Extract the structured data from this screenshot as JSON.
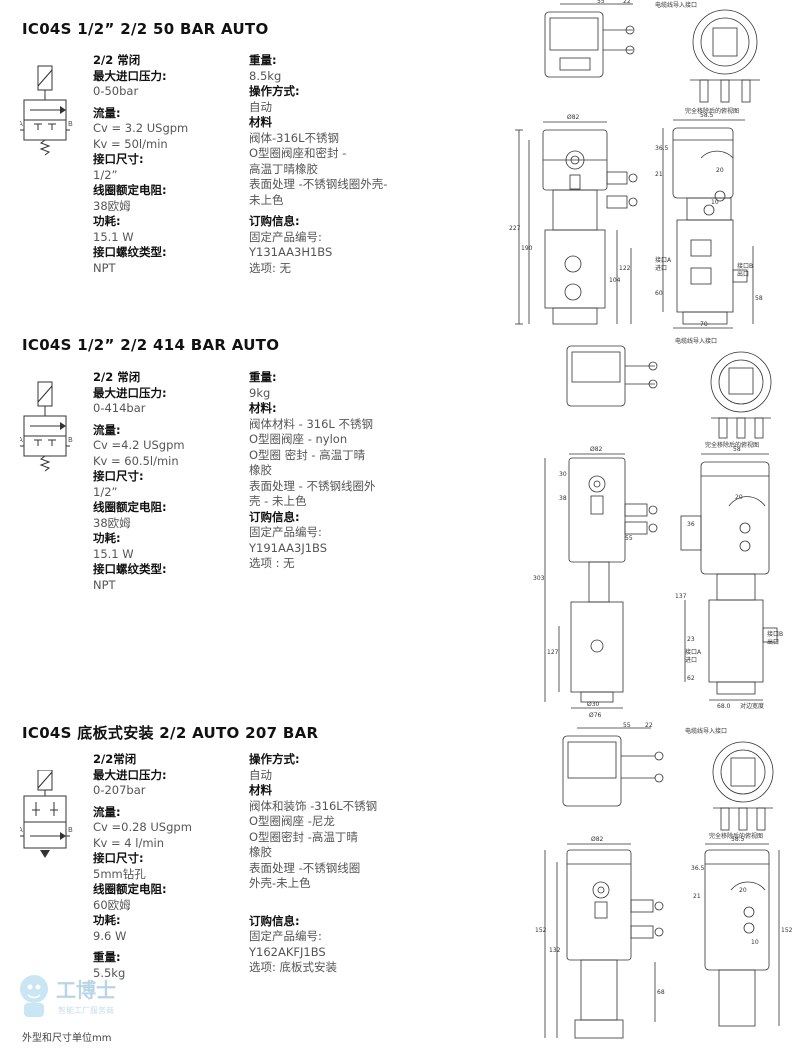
{
  "section1": {
    "title": "IC04S 1/2”  2/2 50 BAR AUTO",
    "left": [
      {
        "label": "2/2 常闭",
        "value": ""
      },
      {
        "label": "最大进口压力:",
        "value": "0-50bar"
      },
      {
        "label": "流量:",
        "value": "Cv = 3.2 USgpm",
        "value2": "Kv = 50l/min"
      },
      {
        "label": "接口尺寸:",
        "value": "1/2”"
      },
      {
        "label": "线圈额定电阻:",
        "value": "38欧姆"
      },
      {
        "label": "功耗:",
        "value": "15.1 W"
      },
      {
        "label": "接口螺纹类型:",
        "value": "NPT"
      }
    ],
    "right": [
      {
        "label": "重量:",
        "lines": [
          "8.5kg"
        ]
      },
      {
        "label": "操作方式:",
        "lines": [
          "自动"
        ]
      },
      {
        "label": "材料",
        "lines": [
          "阀体-316L不锈钢",
          "O型圈阀座和密封 -",
          "高温丁晴橡胶",
          "表面处理 -不锈钢线圈外壳-",
          "未上色"
        ]
      },
      {
        "label": "订购信息:",
        "lines": [
          "固定产品编号:",
          "Y131AA3H1BS",
          "选项:  无"
        ]
      }
    ],
    "symbol_ports": [
      "A",
      "B"
    ],
    "drawing": {
      "dims": [
        "55",
        "22",
        "Ø82",
        "227",
        "190",
        "122",
        "104",
        "36.5",
        "21",
        "20",
        "10",
        "60",
        "58",
        "70",
        "58.5"
      ],
      "notes": [
        "电缆线导入接口",
        "完全移除后的俯视图",
        "接口A",
        "进口",
        "接口B",
        "出口"
      ]
    }
  },
  "section2": {
    "title": "IC04S 1/2”  2/2 414 BAR AUTO",
    "left": [
      {
        "label": "2/2 常闭",
        "value": ""
      },
      {
        "label": "最大进口压力:",
        "value": "0-414bar"
      },
      {
        "label": "流量:",
        "value": "Cv =4.2 USgpm",
        "value2": "Kv = 60.5l/min"
      },
      {
        "label": "接口尺寸:",
        "value": "1/2”"
      },
      {
        "label": "线圈额定电阻:",
        "value": "38欧姆"
      },
      {
        "label": "功耗:",
        "value": "15.1 W"
      },
      {
        "label": "接口螺纹类型:",
        "value": "NPT"
      }
    ],
    "right": [
      {
        "label": "重量:",
        "lines": [
          "9kg"
        ]
      },
      {
        "label": "材料:",
        "lines": [
          "阀体材料 - 316L 不锈钢",
          "O型圈阀座 - nylon",
          "O型圈 密封 - 高温丁晴",
          "橡胶",
          "表面处理 - 不锈钢线圈外",
          "壳 - 未上色"
        ]
      },
      {
        "label": "订购信息:",
        "lines": [
          "固定产品编号:",
          "Y191AA3J1BS",
          "选项 :  无"
        ]
      }
    ],
    "symbol_ports": [
      "A",
      "B"
    ],
    "drawing": {
      "dims": [
        "Ø82",
        "58",
        "20",
        "55",
        "30",
        "38",
        "303",
        "137",
        "127",
        "Ø30",
        "Ø76",
        "68.0",
        "62",
        "23",
        "36"
      ],
      "notes": [
        "电缆线导入接口",
        "完全移除后的俯视图",
        "接口A",
        "进口",
        "接口B",
        "出口",
        "对边宽度"
      ]
    }
  },
  "section3": {
    "title": "IC04S 底板式安装 2/2 AUTO 207 BAR",
    "left": [
      {
        "label": "2/2常闭",
        "value": ""
      },
      {
        "label": "最大进口压力:",
        "value": "0-207bar"
      },
      {
        "label": "流量:",
        "value": "Cv =0.28 USgpm",
        "value2": "Kv = 4 l/min"
      },
      {
        "label": "接口尺寸:",
        "value": "5mm钻孔"
      },
      {
        "label": "线圈额定电阻:",
        "value": "60欧姆"
      },
      {
        "label": "功耗:",
        "value": "9.6 W"
      },
      {
        "label": "重量:",
        "value": "5.5kg"
      }
    ],
    "right": [
      {
        "label": "操作方式:",
        "lines": [
          "自动"
        ]
      },
      {
        "label": "材料",
        "lines": [
          "阀体和装饰 -316L不锈钢",
          "O型圈阀座 -尼龙",
          "O型圈密封 -高温丁晴",
          "橡胶",
          "表面处理 -不锈钢线圈",
          "外壳-未上色"
        ]
      },
      {
        "label": "",
        "lines": []
      },
      {
        "label": "订购信息:",
        "lines": [
          "固定产品编号:",
          "Y162AKFJ1BS",
          "选项:  底板式安装"
        ]
      }
    ],
    "symbol_ports": [
      "A",
      "B"
    ],
    "drawing": {
      "dims": [
        "55",
        "22",
        "Ø82",
        "58.5",
        "36.5",
        "21",
        "20",
        "152",
        "132",
        "152",
        "68",
        "10"
      ],
      "notes": [
        "电缆线导入接口",
        "完全移除后的俯视图"
      ]
    }
  },
  "footer": {
    "note": "外型和尺寸单位mm",
    "watermark_brand": "工博士",
    "watermark_sub": "智能工厂服务商"
  },
  "colors": {
    "label": "#111111",
    "value": "#555555",
    "line": "#333333"
  }
}
